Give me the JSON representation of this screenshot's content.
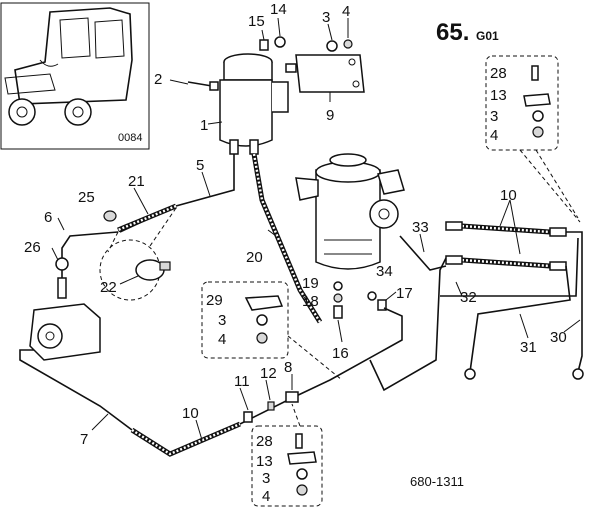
{
  "header": {
    "page_code": "65.",
    "page_suffix": "G01"
  },
  "inset": {
    "code": "0084"
  },
  "footer": {
    "drawing_number": "680-1311"
  },
  "callouts": {
    "c1": "1",
    "c2": "2",
    "c3": "3",
    "c4": "4",
    "c9": "9",
    "c14": "14",
    "c15": "15",
    "c5": "5",
    "c6": "6",
    "c7": "7",
    "c8": "8",
    "c10a": "10",
    "c10b": "10",
    "c11": "11",
    "c12": "12",
    "c16": "16",
    "c17": "17",
    "c18": "18",
    "c19": "19",
    "c20": "20",
    "c21": "21",
    "c22": "22",
    "c25": "25",
    "c26": "26",
    "c30": "30",
    "c31": "31",
    "c32": "32",
    "c33": "33",
    "c34": "34",
    "kA28": "28",
    "kA13": "13",
    "kA3": "3",
    "kA4": "4",
    "kB29": "29",
    "kB3": "3",
    "kB4": "4",
    "kC28": "28",
    "kC13": "13",
    "kC3": "3",
    "kC4": "4"
  }
}
